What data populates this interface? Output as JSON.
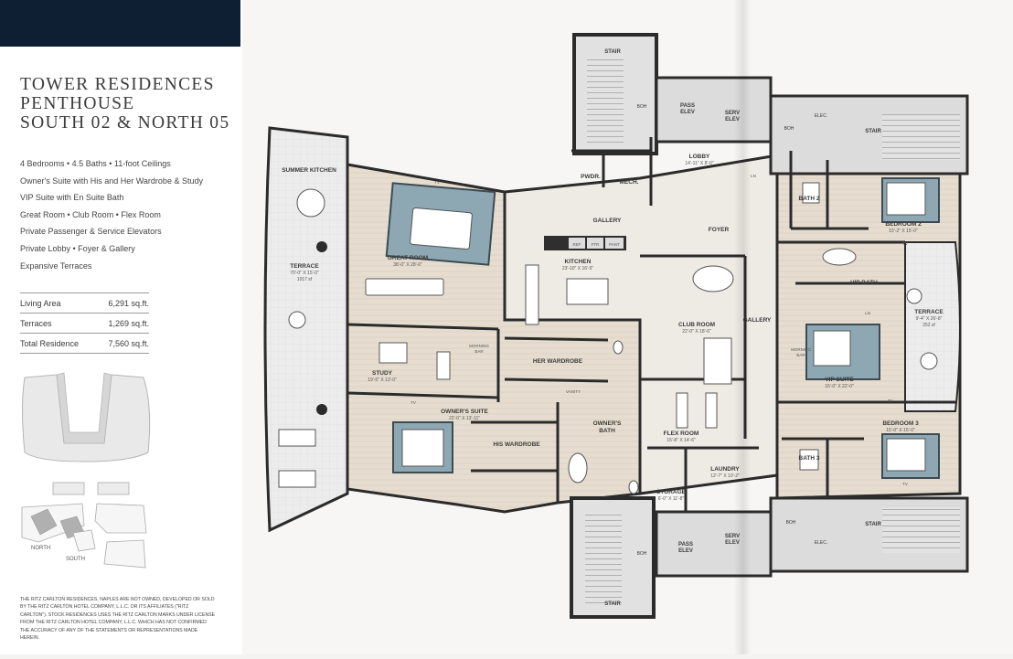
{
  "title": {
    "line1": "TOWER RESIDENCES",
    "line2": "PENTHOUSE",
    "line3": "SOUTH 02 & NORTH 05"
  },
  "features": [
    "4 Bedrooms • 4.5 Baths • 11-foot Ceilings",
    "Owner's Suite with His and Her Wardrobe & Study",
    "VIP Suite with En Suite Bath",
    "Great Room • Club Room • Flex Room",
    "Private Passenger & Service Elevators",
    "Private Lobby • Foyer & Gallery",
    "Expansive Terraces"
  ],
  "stats": [
    {
      "label": "Living Area",
      "value": "6,291 sq.ft."
    },
    {
      "label": "Terraces",
      "value": "1,269 sq.ft."
    },
    {
      "label": "Total Residence",
      "value": "7,560 sq.ft."
    }
  ],
  "keyplan": {
    "north": "NORTH",
    "south": "SOUTH"
  },
  "disclaimer": "THE RITZ CARLTON RESIDENCES, NAPLES ARE NOT OWNED, DEVELOPED OR SOLD BY THE RITZ CARLTON HOTEL COMPANY, L.L.C. OR ITS AFFILIATES (\"RITZ CARLTON\"). STOCK RESIDENCES USES THE RITZ CARLTON MARKS UNDER LICENSE FROM THE RITZ CARLTON HOTEL COMPANY, L.L.C. WHICH HAS NOT CONFIRMED THE ACCURACY OF ANY OF THE STATEMENTS OR REPRESENTATIONS MADE HEREIN.",
  "rooms": {
    "summer_kitchen": "SUMMER KITCHEN",
    "terrace_w": "TERRACE",
    "terrace_w_dim": "70'-0\" X 15'-0\"",
    "terrace_w_area": "1017 sf",
    "great_room": "GREAT ROOM",
    "great_room_dim": "38'-0\" X 28'-0\"",
    "gallery": "GALLERY",
    "gallery2": "GALLERY",
    "kitchen": "KITCHEN",
    "kitchen_dim": "23'-10\" X 16'-5\"",
    "ref": "REF",
    "ftr": "FTR",
    "pantry": "PANT",
    "study": "STUDY",
    "study_dim": "19'-5\" X 13'-0\"",
    "her_wardrobe": "HER WARDROBE",
    "owners_suite": "OWNER'S SUITE",
    "owners_suite_dim": "22'-0\" X 13'-11\"",
    "his_wardrobe": "HIS WARDROBE",
    "owners_bath": "OWNER'S",
    "owners_bath2": "BATH",
    "morning_bar": "MORNING",
    "morning_bar2": "BAR",
    "lobby": "LOBBY",
    "lobby_dim": "14'-11\" X 8'-0\"",
    "foyer": "FOYER",
    "pwdr": "PWDR.",
    "mech": "MECH.",
    "club_room": "CLUB ROOM",
    "club_room_dim": "22'-0\" X 18'-6\"",
    "flex_room": "FLEX ROOM",
    "flex_room_dim": "15'-8\" X 14'-6\"",
    "laundry": "LAUNDRY",
    "laundry_dim": "12'-7\" X 10'-2\"",
    "storage": "STORAGE",
    "storage_dim": "6'-0\" X 11'-8\"",
    "bath2": "BATH 2",
    "bedroom2": "BEDROOM 2",
    "bedroom2_dim": "15'-2\" X 15'-0\"",
    "vip_bath": "VIP BATH",
    "vip_suite": "VIP SUITE",
    "vip_suite_dim": "15'-0\" X 22'-0\"",
    "terrace_e": "TERRACE",
    "terrace_e_dim": "9'-4\" X 26'-8\"",
    "terrace_e_area": "252 sf",
    "bath3": "BATH 3",
    "bedroom3": "BEDROOM 3",
    "bedroom3_dim": "15'-0\" X 15'-0\"",
    "stair": "STAIR",
    "boh": "BOH",
    "pass": "PASS",
    "serv": "SERV",
    "elev": "ELEV",
    "elec": "ELEC.",
    "tv": "TV",
    "ln": "LN",
    "vanity": "VANITY"
  }
}
